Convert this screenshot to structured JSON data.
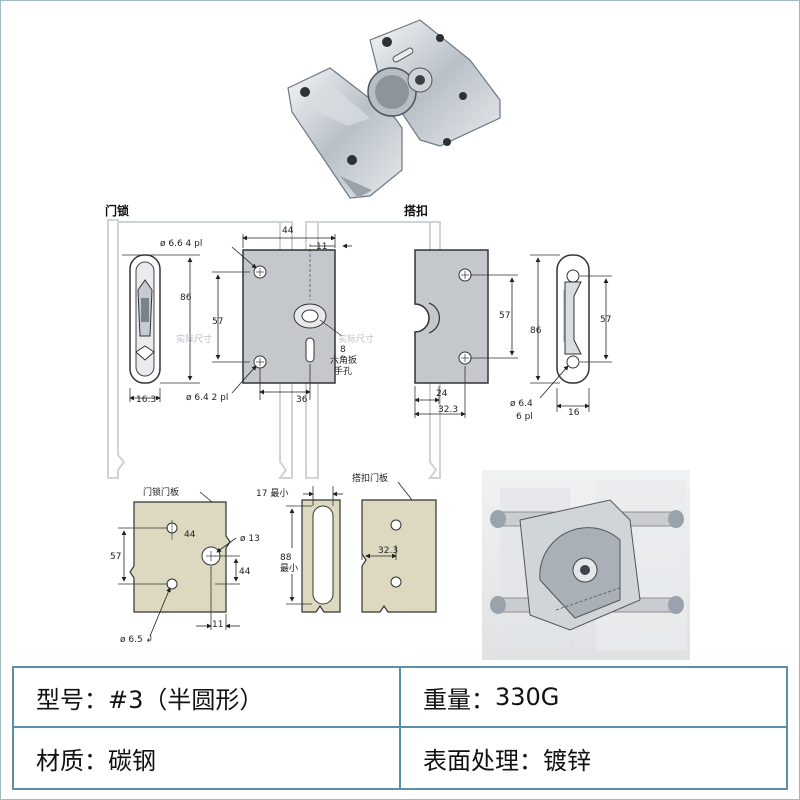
{
  "drawing": {
    "lock_header": "门锁",
    "hasp_header": "搭扣",
    "lock_dims": {
      "width_top": "44",
      "offset_11": "11",
      "hole_spec": "ø 6.6   4 pl",
      "height_86": "86",
      "height_57": "57",
      "hex_label_1": "8",
      "hex_label_2": "六角扳",
      "hex_label_3": "手孔",
      "actual_size": "实际尺寸",
      "bottom_36": "36",
      "hole_spec_2": "ø 6.4  2 pl",
      "left_16_3": "16.3"
    },
    "hasp_dims": {
      "actual_size": "实际尺寸",
      "height_57": "57",
      "height_86": "86",
      "height_57_right": "57",
      "bottom_24": "24",
      "bottom_32_3": "32.3",
      "hole_spec_1": "ø 6.4",
      "hole_spec_2": "6 pl",
      "right_16": "16"
    },
    "door_panel": {
      "title": "门锁门板",
      "dim_44_top": "44",
      "dim_57": "57",
      "dim_13": "ø 13",
      "dim_44_right": "44",
      "dim_11": "11",
      "hole_spec": "ø 6.5 ↲"
    },
    "slot": {
      "label_17": "17 最小",
      "label_88": "88",
      "label_min": "最小"
    },
    "hasp_panel": {
      "title": "搭扣门板",
      "dim_32_3": "32.3"
    }
  },
  "specs": {
    "model_label": "型号：",
    "model_value": "#3（半圆形）",
    "weight_label": "重量：",
    "weight_value": "330G",
    "material_label": "材质：",
    "material_value": "碳钢",
    "surface_label": "表面处理：",
    "surface_value": "镀锌"
  },
  "colors": {
    "border": "#5b8fa3",
    "metal": "#c9cdd2",
    "panel_beige": "#ddd8c0"
  }
}
